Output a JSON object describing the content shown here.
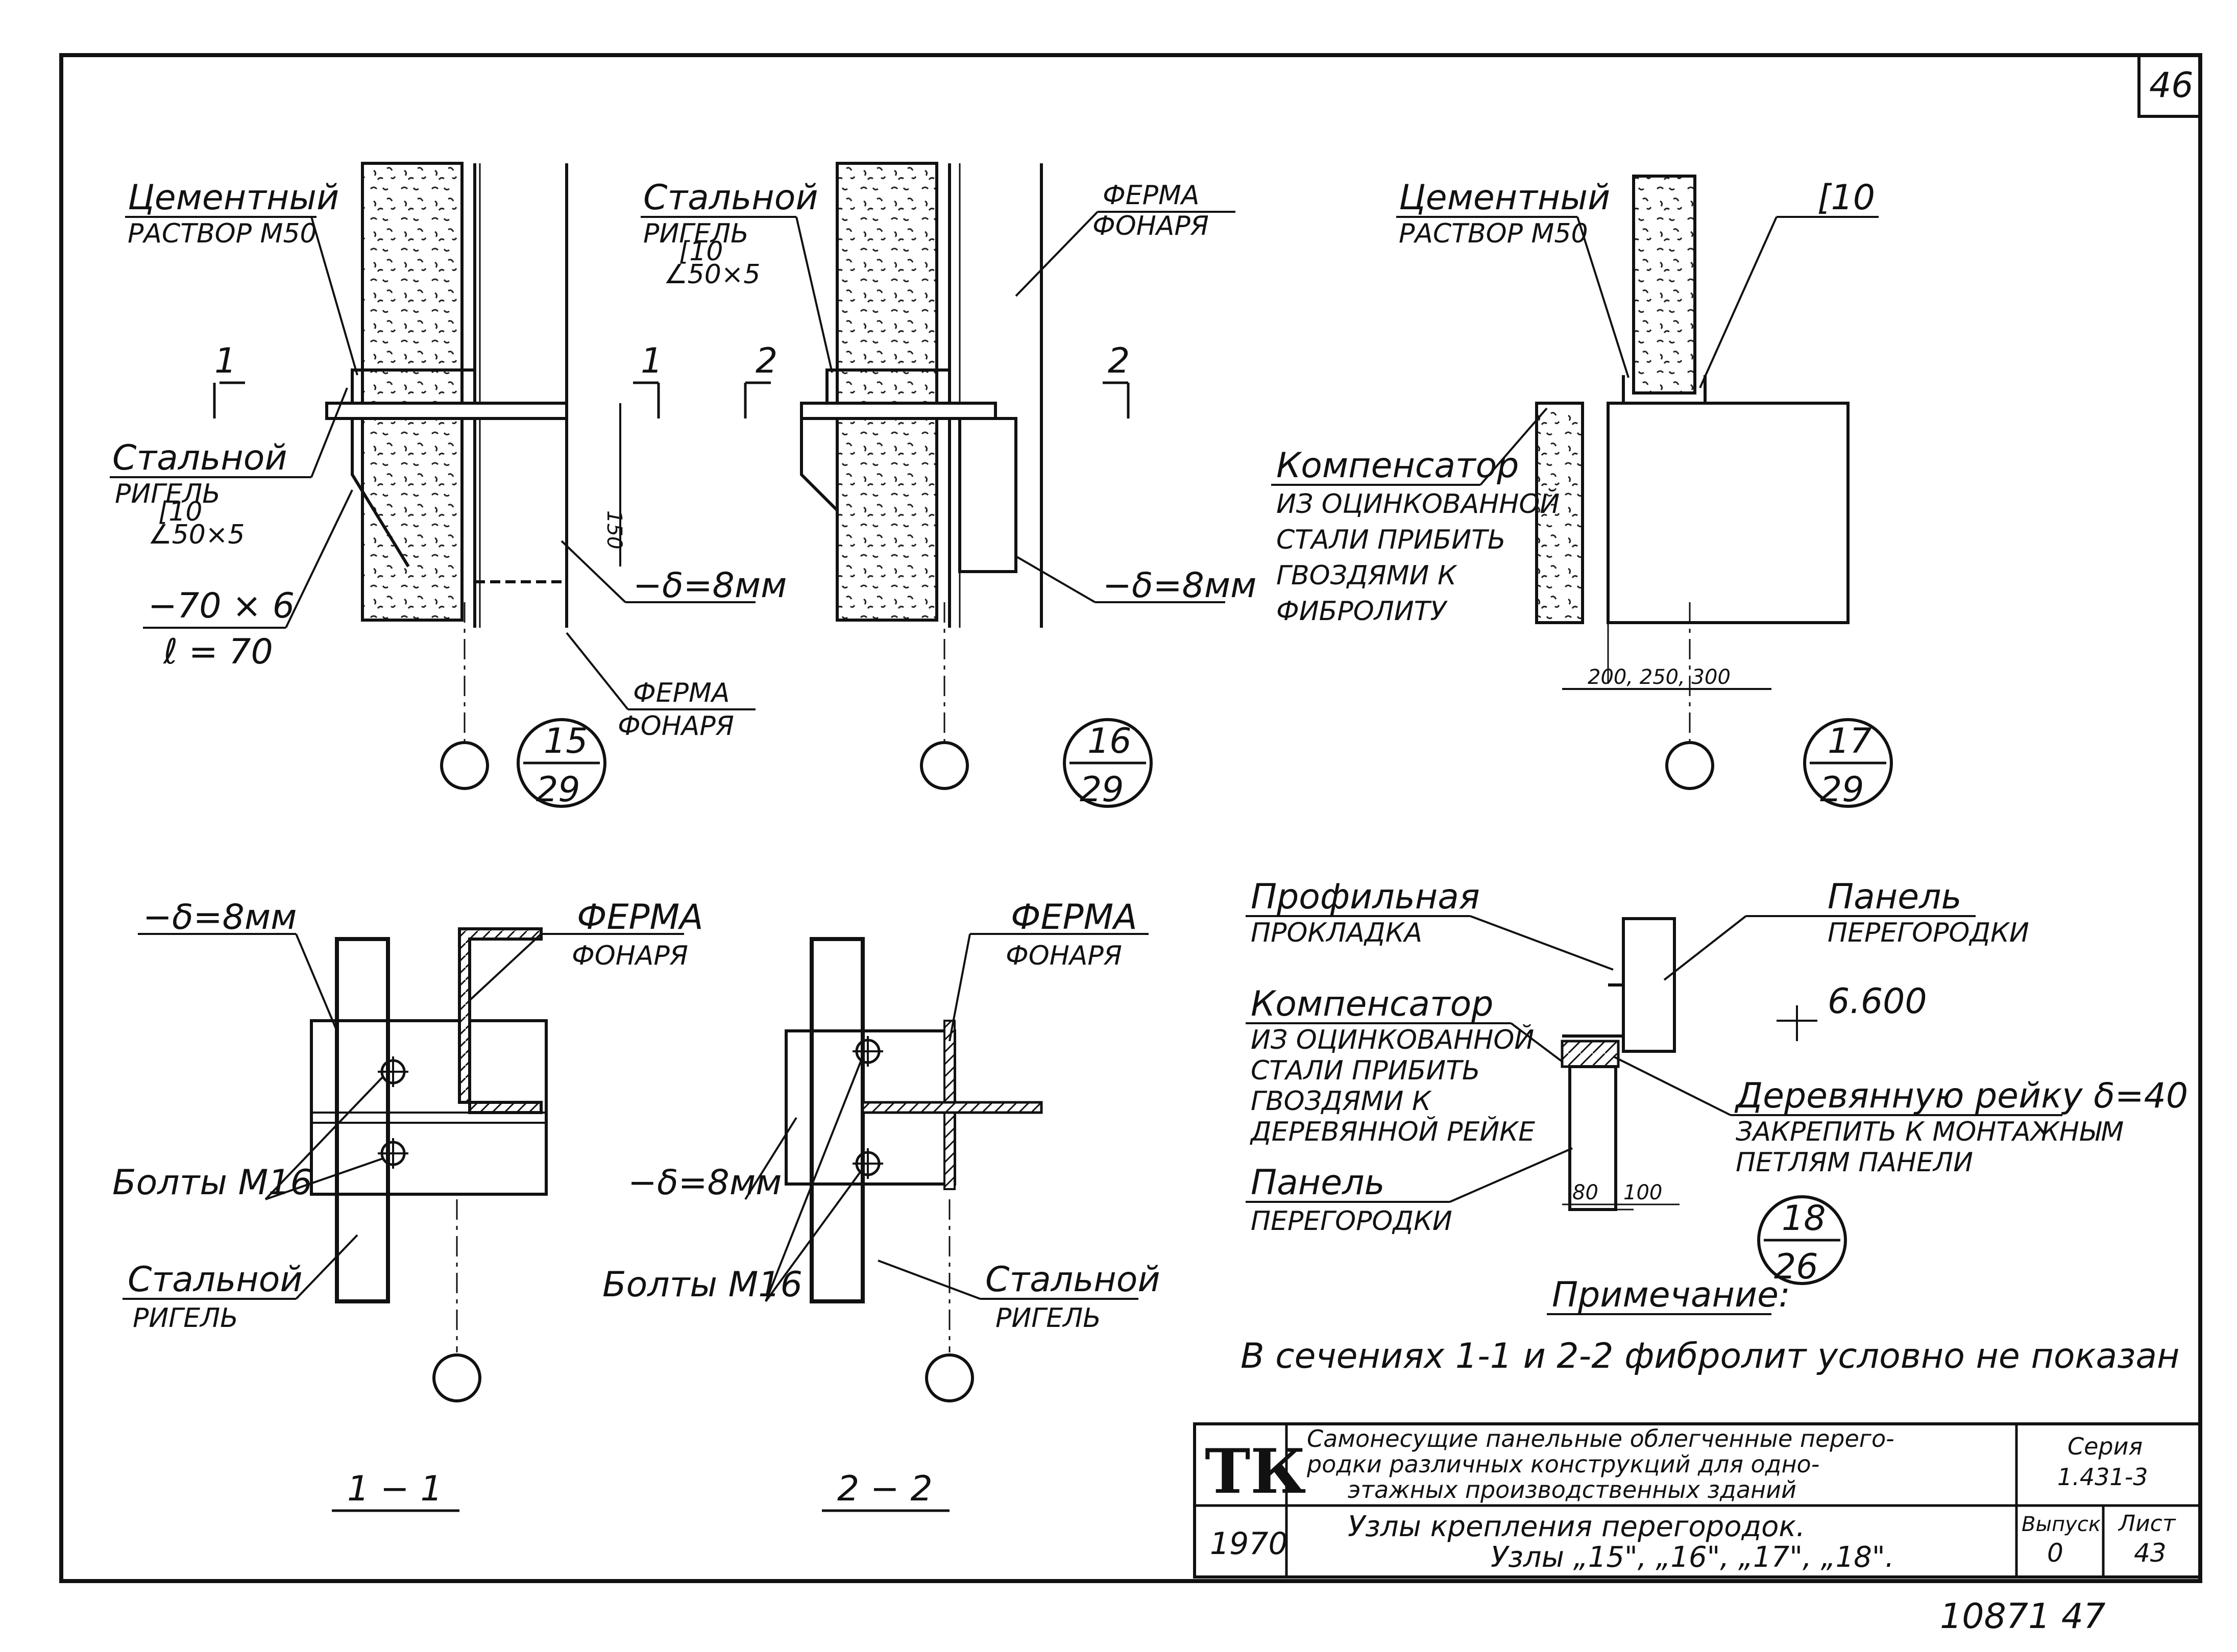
{
  "sheet": {
    "sheet_number_top": "46",
    "stamp": "10871  47"
  },
  "node15": {
    "cement_mortar_1": "Цементный",
    "cement_mortar_2": "РАСТВОР М50",
    "steel_beam_1": "Стальной",
    "steel_beam_2": "РИГЕЛЬ",
    "steel_beam_3": "[10",
    "steel_beam_4": "∠50×5",
    "plate_1": "−70 × 6",
    "plate_2": "ℓ = 70",
    "thickness": "−δ=8мм",
    "dim_150": "150",
    "truss_1": "ФЕРМА",
    "truss_2": "ФОНАРЯ",
    "section_left": "1",
    "section_right": "1",
    "callout_top": "15",
    "callout_bottom": "29"
  },
  "node16": {
    "steel_beam_1": "Стальной",
    "steel_beam_2": "РИГЕЛЬ",
    "steel_beam_3": "[10",
    "steel_beam_4": "∠50×5",
    "truss_1": "ФЕРМА",
    "truss_2": "ФОНАРЯ",
    "thickness": "−δ=8мм",
    "section_left": "2",
    "section_right": "2",
    "callout_top": "16",
    "callout_bottom": "29"
  },
  "node17": {
    "cement_mortar_1": "Цементный",
    "cement_mortar_2": "РАСТВОР М50",
    "channel": "[10",
    "compensator_1": "Компенсатор",
    "compensator_2": "ИЗ ОЦИНКОВАННОЙ",
    "compensator_3": "СТАЛИ ПРИБИТЬ",
    "compensator_4": "ГВОЗДЯМИ К",
    "compensator_5": "ФИБРОЛИТУ",
    "dims": "200, 250, 300",
    "callout_top": "17",
    "callout_bottom": "29"
  },
  "section11": {
    "thickness": "−δ=8мм",
    "truss_1": "ФЕРМА",
    "truss_2": "ФОНАРЯ",
    "bolts": "Болты М16",
    "steel_beam_1": "Стальной",
    "steel_beam_2": "РИГЕЛЬ",
    "title": "1 − 1"
  },
  "section22": {
    "truss_1": "ФЕРМА",
    "truss_2": "ФОНАРЯ",
    "thickness": "−δ=8мм",
    "bolts": "Болты М16",
    "steel_beam_1": "Стальной",
    "steel_beam_2": "РИГЕЛЬ",
    "title": "2 − 2"
  },
  "node18": {
    "gasket_1": "Профильная",
    "gasket_2": "ПРОКЛАДКА",
    "panel_top_1": "Панель",
    "panel_top_2": "ПЕРЕГОРОДКИ",
    "level": "6.600",
    "compensator_1": "Компенсатор",
    "compensator_2": "ИЗ ОЦИНКОВАННОЙ",
    "compensator_3": "СТАЛИ ПРИБИТЬ",
    "compensator_4": "ГВОЗДЯМИ К",
    "compensator_5": "ДЕРЕВЯННОЙ РЕЙКЕ",
    "rail_1": "Деревянную рейку δ=40",
    "rail_2": "ЗАКРЕПИТЬ К МОНТАЖНЫМ",
    "rail_3": "ПЕТЛЯМ ПАНЕЛИ",
    "panel_bottom_1": "Панель",
    "panel_bottom_2": "ПЕРЕГОРОДКИ",
    "dim_80": "80",
    "dim_100": "100",
    "callout_top": "18",
    "callout_bottom": "26"
  },
  "note": {
    "heading": "Примечание:",
    "text": "В сечениях 1-1 и 2-2 фибролит условно не показан"
  },
  "title_block": {
    "logo": "ТК",
    "year": "1970",
    "desc_1": "Самонесущие панельные облегченные перего-",
    "desc_2": "родки различных конструкций для одно-",
    "desc_3": "этажных производственных зданий",
    "subject_1": "Узлы крепления перегородок.",
    "subject_2": "Узлы „15\", „16\", „17\", „18\".",
    "series_label": "Серия",
    "series_value": "1.431-3",
    "issue_label": "Выпуск",
    "issue_value": "0",
    "sheet_label": "Лист",
    "sheet_value": "43"
  }
}
